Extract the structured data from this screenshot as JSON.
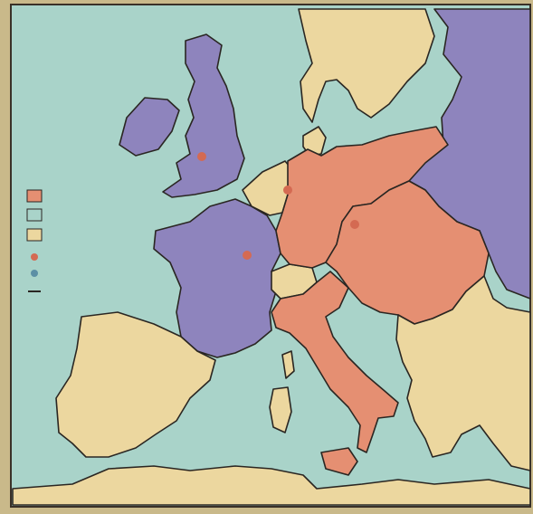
{
  "map": {
    "colors": {
      "sea": "#a9d3c9",
      "triple_alliance": "#e58f72",
      "triple_entente": "#8e84bd",
      "neutral": "#ecd79f",
      "border": "#2a2622",
      "capital": "#d46a52",
      "paper": "#c9b98a"
    },
    "legend": {
      "swatches": [
        {
          "id": "alliance",
          "color_key": "triple_alliance"
        },
        {
          "id": "entente",
          "color_key": "triple_entente"
        },
        {
          "id": "neutral",
          "color_key": "neutral"
        }
      ],
      "symbols": [
        {
          "id": "capital-symbol",
          "color": "#d46a52"
        },
        {
          "id": "city-symbol",
          "color": "#5c8fa5"
        },
        {
          "id": "border-symbol",
          "color": "#2a2622"
        }
      ]
    },
    "regions": [
      {
        "name": "britain",
        "color_key": "triple_entente"
      },
      {
        "name": "ireland",
        "color_key": "triple_entente"
      },
      {
        "name": "france",
        "color_key": "triple_entente"
      },
      {
        "name": "russia",
        "color_key": "triple_entente"
      },
      {
        "name": "germany",
        "color_key": "triple_alliance"
      },
      {
        "name": "austria-hungary",
        "color_key": "triple_alliance"
      },
      {
        "name": "italy",
        "color_key": "triple_alliance"
      },
      {
        "name": "iberia",
        "color_key": "neutral"
      },
      {
        "name": "scandinavia",
        "color_key": "neutral"
      },
      {
        "name": "benelux",
        "color_key": "neutral"
      },
      {
        "name": "switzerland",
        "color_key": "neutral"
      },
      {
        "name": "balkans",
        "color_key": "neutral"
      },
      {
        "name": "north-africa",
        "color_key": "neutral"
      }
    ]
  }
}
